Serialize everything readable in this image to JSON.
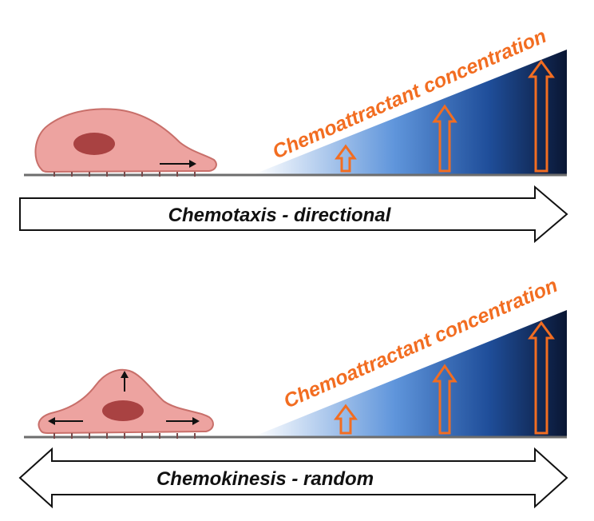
{
  "panels": [
    {
      "concentration_label": "Chemoattractant concentration",
      "arrow_label": "Chemotaxis - directional",
      "arrow_style": "one-directional"
    },
    {
      "concentration_label": "Chemoattractant concentration",
      "arrow_label": "Chemokinesis - random",
      "arrow_style": "bidirectional"
    }
  ],
  "colors": {
    "cell_fill": "#eda3a0",
    "cell_stroke": "#c86f6a",
    "nucleus": "#a94242",
    "gradient_light": "#ffffff",
    "gradient_mid": "#2f6cc4",
    "gradient_dark": "#0a1633",
    "label_orange": "#f26d21"
  }
}
